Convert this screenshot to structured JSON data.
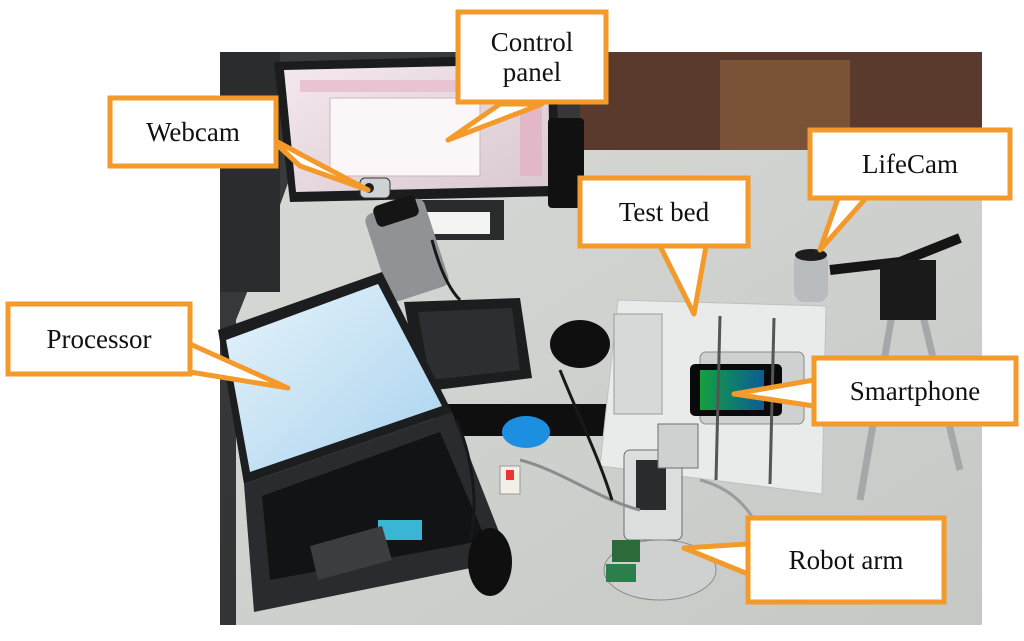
{
  "figure": {
    "callouts": [
      {
        "id": "control-panel",
        "label": "Control panel",
        "lines": [
          "Control",
          "panel"
        ]
      },
      {
        "id": "webcam",
        "label": "Webcam"
      },
      {
        "id": "lifecam",
        "label": "LifeCam"
      },
      {
        "id": "test-bed",
        "label": "Test bed"
      },
      {
        "id": "processor",
        "label": "Processor"
      },
      {
        "id": "smartphone",
        "label": "Smartphone"
      },
      {
        "id": "robot-arm",
        "label": "Robot arm"
      }
    ]
  },
  "colors": {
    "callout_border": "#f39a2b",
    "callout_fill": "#ffffff",
    "text": "#111111"
  }
}
